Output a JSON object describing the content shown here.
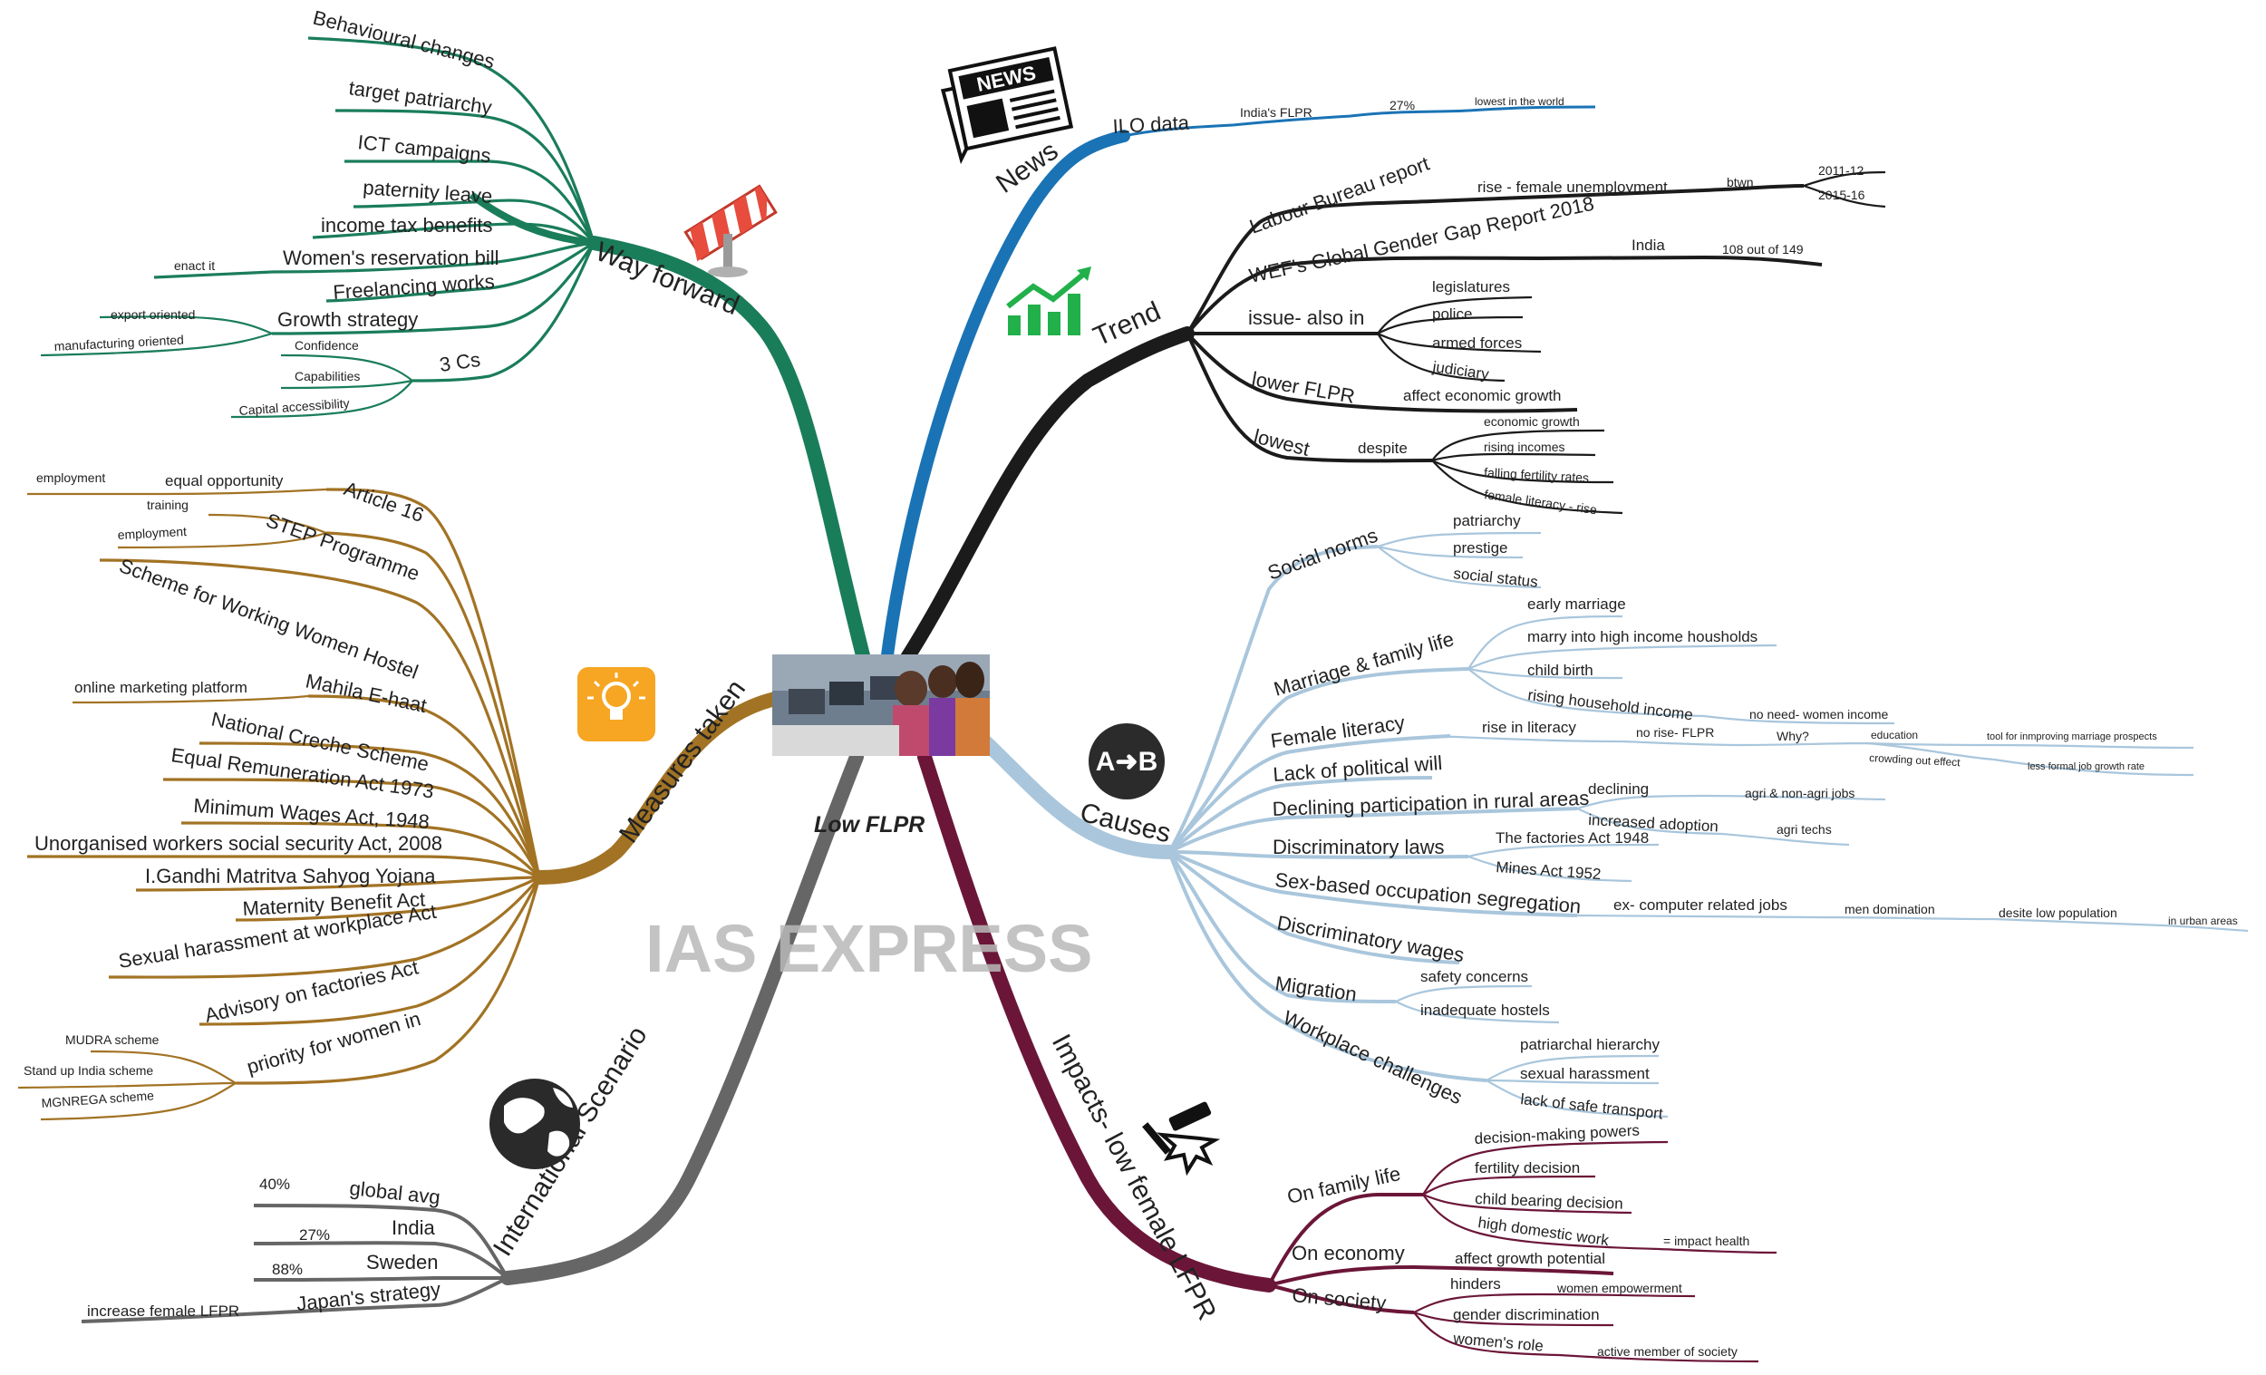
{
  "center": {
    "title": "Low FLPR",
    "photo": "women-at-computers-photo"
  },
  "watermark": "IAS EXPRESS",
  "colors": {
    "news": "#1a73b5",
    "trend": "#1b1b1b",
    "causes": "#a9c6dc",
    "impacts": "#6b1638",
    "international": "#666666",
    "measures": "#a27324",
    "way_forward": "#1a7d5a"
  },
  "branches": {
    "news": {
      "label": "News",
      "icon": "newspaper-icon",
      "ilo": "ILO data",
      "indias_flpr": "India's FLPR",
      "pct": "27%",
      "lowest": "lowest in the world"
    },
    "trend": {
      "label": "Trend",
      "icon": "growth-chart-icon",
      "labour_bureau": "Labour Bureau report",
      "rise_unemp": "rise - female unemployment",
      "btwn": "btwn",
      "y1": "2011-12",
      "y2": "2015-16",
      "wef": "WEF's Global Gender Gap Report 2018",
      "india": "India",
      "rank": "108 out of 149",
      "issue": "issue- also in",
      "issue_items": [
        "legislatures",
        "police",
        "armed forces",
        "judiciary"
      ],
      "lower": "lower FLPR",
      "affect_growth": "affect economic growth",
      "lowest": "lowest",
      "despite": "despite",
      "despite_items": [
        "economic growth",
        "rising incomes",
        "falling fertility rates",
        "female literacy - rise"
      ]
    },
    "causes": {
      "label": "Causes",
      "icon": "a-to-b-icon",
      "social_norms": "Social norms",
      "social_items": [
        "patriarchy",
        "prestige",
        "social status"
      ],
      "marriage": "Marriage & family life",
      "marriage_items": [
        "early marriage",
        "marry into high income housholds",
        "child birth",
        "rising household income"
      ],
      "no_need": "no need- women income",
      "female_literacy": "Female literacy",
      "rise_literacy": "rise in literacy",
      "no_rise": "no rise- FLPR",
      "why": "Why?",
      "education": "education",
      "tool": "tool for inmproving marriage prospects",
      "crowding": "crowding out effect",
      "less_formal": "less formal job growth rate",
      "political": "Lack of political will",
      "declining_rural": "Declining participation in rural areas",
      "declining": "declining",
      "agri_jobs": "agri & non-agri jobs",
      "increased": "increased adoption",
      "agri_techs": "agri techs",
      "discrim_laws": "Discriminatory laws",
      "factories": "The factories Act 1948",
      "mines": "Mines Act 1952",
      "sex_based": "Sex-based occupation segregation",
      "ex_computer": "ex- computer related jobs",
      "men_dom": "men domination",
      "desite": "desite low population",
      "urban": "in urban areas",
      "discrim_wages": "Discriminatory wages",
      "migration": "Migration",
      "migration_items": [
        "safety concerns",
        "inadequate hostels"
      ],
      "workplace": "Workplace challenges",
      "workplace_items": [
        "patriarchal hierarchy",
        "sexual harassment",
        "lack of safe transport"
      ]
    },
    "impacts": {
      "label": "Impacts- low female LFPR",
      "icon": "hammer-impact-icon",
      "family": "On family life",
      "family_items": [
        "decision-making powers",
        "fertility decision",
        "child bearing decision",
        "high domestic work"
      ],
      "impact_health": "= impact health",
      "economy": "On economy",
      "affect_potential": "affect growth potential",
      "society": "On society",
      "hinders": "hinders",
      "women_emp": "women empowerment",
      "gender_disc": "gender discrimination",
      "womens_role": "women's role",
      "active_member": "active member of society"
    },
    "international": {
      "label": "International Scenario",
      "icon": "globe-icon",
      "global": "global avg",
      "global_pct": "40%",
      "india": "India",
      "india_pct": "27%",
      "sweden": "Sweden",
      "sweden_pct": "88%",
      "japan": "Japan's strategy",
      "japan_item": "increase female LFPR"
    },
    "measures": {
      "label": "Measures taken",
      "icon": "lightbulb-icon",
      "article16": "Article 16",
      "equal_opp": "equal opportunity",
      "employment": "employment",
      "step": "STEP Programme",
      "training": "training",
      "step_emp": "employment",
      "hostel": "Scheme for Working Women Hostel",
      "ehaat": "Mahila E-haat",
      "online": "online marketing platform",
      "creche": "National Creche Scheme",
      "equal_rem": "Equal Remuneration Act 1973",
      "min_wages": "Minimum Wages Act, 1948",
      "unorganised": "Unorganised workers social security Act, 2008",
      "igandhi": "I.Gandhi Matritva Sahyog Yojana",
      "maternity": "Maternity Benefit Act",
      "sexual": "Sexual harassment at workplace Act",
      "advisory": "Advisory on factories Act",
      "priority": "priority for women in",
      "mudra": "MUDRA scheme",
      "standup": "Stand up India scheme",
      "mgnrega": "MGNREGA scheme"
    },
    "way_forward": {
      "label": "Way forward",
      "icon": "signpost-icon",
      "behaviour": "Behavioural changes",
      "patriarchy": "target patriarchy",
      "ict": "ICT campaigns",
      "paternity": "paternity leave",
      "income_tax": "income tax benefits",
      "reservation": "Women's reservation bill",
      "enact": "enact it",
      "freelancing": "Freelancing works",
      "growth": "Growth strategy",
      "export": "export oriented",
      "manufacturing": "manufacturing oriented",
      "three_cs": "3 Cs",
      "confidence": "Confidence",
      "capabilities": "Capabilities",
      "capital": "Capital accessibility"
    }
  }
}
